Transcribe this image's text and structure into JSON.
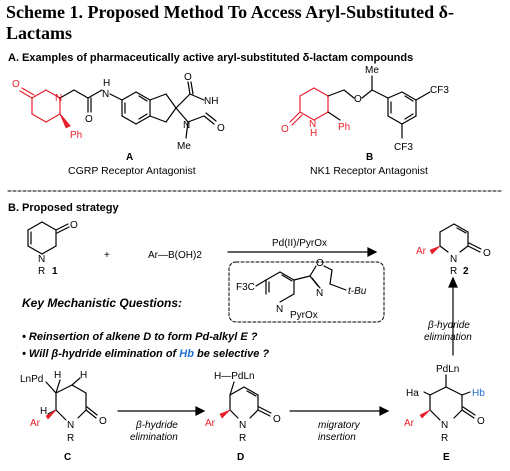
{
  "title": {
    "text": "Scheme 1. Proposed Method To Access Aryl-Substituted δ-Lactams"
  },
  "section_a": {
    "heading": "A. Examples of pharmaceutically active aryl-substituted δ-lactam compounds",
    "compound_a": {
      "label": "A",
      "caption": "CGRP Receptor Antagonist",
      "atoms": [
        "O",
        "N",
        "Ph",
        "O",
        "N",
        "H",
        "NH",
        "O",
        "N",
        "O",
        "Me"
      ]
    },
    "compound_b": {
      "label": "B",
      "caption": "NK1 Receptor Antagonist",
      "atoms": [
        "O",
        "N",
        "H",
        "Ph",
        "O",
        "Me",
        "CF3",
        "CF3"
      ]
    }
  },
  "section_b": {
    "heading": "B. Proposed strategy",
    "reagent_1": {
      "label": "1",
      "atoms": [
        "N",
        "R",
        "O"
      ]
    },
    "plus": "+",
    "reagent_boronic": "Ar—B(OH)2",
    "conditions": "Pd(II)/PyrOx",
    "ligand": {
      "label": "PyrOx",
      "atoms": [
        "F3C",
        "N",
        "N",
        "O",
        "t-Bu"
      ]
    },
    "product_2": {
      "label": "2",
      "atoms": [
        "Ar",
        "N",
        "R",
        "O"
      ]
    },
    "key_questions_title": "Key Mechanistic Questions:",
    "question_1": "Reinsertion of alkene D to form Pd-alkyl E ?",
    "question_2_prefix": "Will β-hydride elimination of ",
    "question_2_highlight": "Hb",
    "question_2_suffix": " be selective ?",
    "arrow_up_label": [
      "β-hydride",
      "elimination"
    ],
    "intermediate_c": {
      "label": "C",
      "atoms": [
        "LnPd",
        "H",
        "H",
        "H",
        "Ar",
        "N",
        "R",
        "O"
      ]
    },
    "arrow_c_d_label": [
      "β-hydride",
      "elimination"
    ],
    "intermediate_d": {
      "label": "D",
      "atoms": [
        "H—PdLn",
        "Ar",
        "N",
        "R",
        "O"
      ]
    },
    "arrow_d_e_label": [
      "migratory",
      "insertion"
    ],
    "intermediate_e": {
      "label": "E",
      "atoms": [
        "PdLn",
        "Ha",
        "Hb",
        "Ar",
        "N",
        "R",
        "O"
      ]
    }
  },
  "colors": {
    "red": "#e8202a",
    "blue": "#1f6fd1"
  }
}
